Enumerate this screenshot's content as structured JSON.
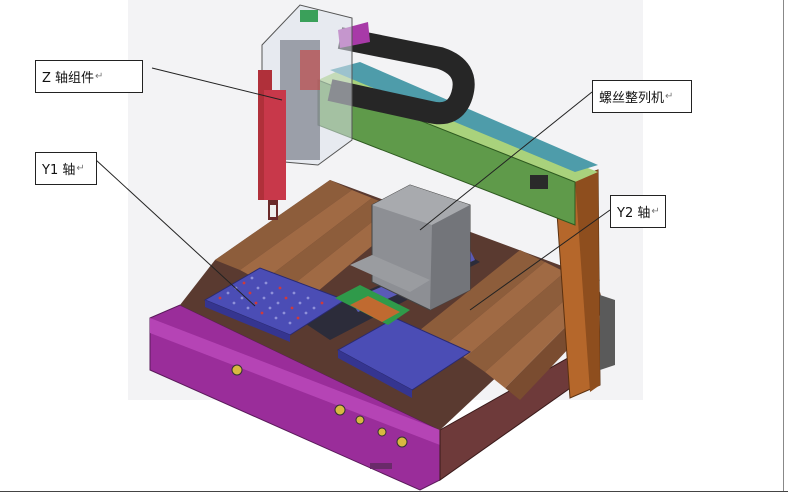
{
  "labels": {
    "z_axis": "Z 轴组件",
    "screw_feeder": "螺丝整列机",
    "y1_axis": "Y1 轴",
    "y2_axis": "Y2 轴",
    "return_mark": "↵"
  },
  "colors": {
    "background": "#ffffff",
    "render_bg": "#f2f2f4",
    "magenta_frame": "#a030a0",
    "green_beam": "#5f9a4a",
    "wood_rail": "#8a5a3a",
    "orange_post": "#b5672b",
    "blue_plate": "#4a4ab0",
    "teal_guide": "#4a9aa8",
    "gray_feeder": "#8a8c90",
    "black_chain": "#2a2a2a"
  }
}
